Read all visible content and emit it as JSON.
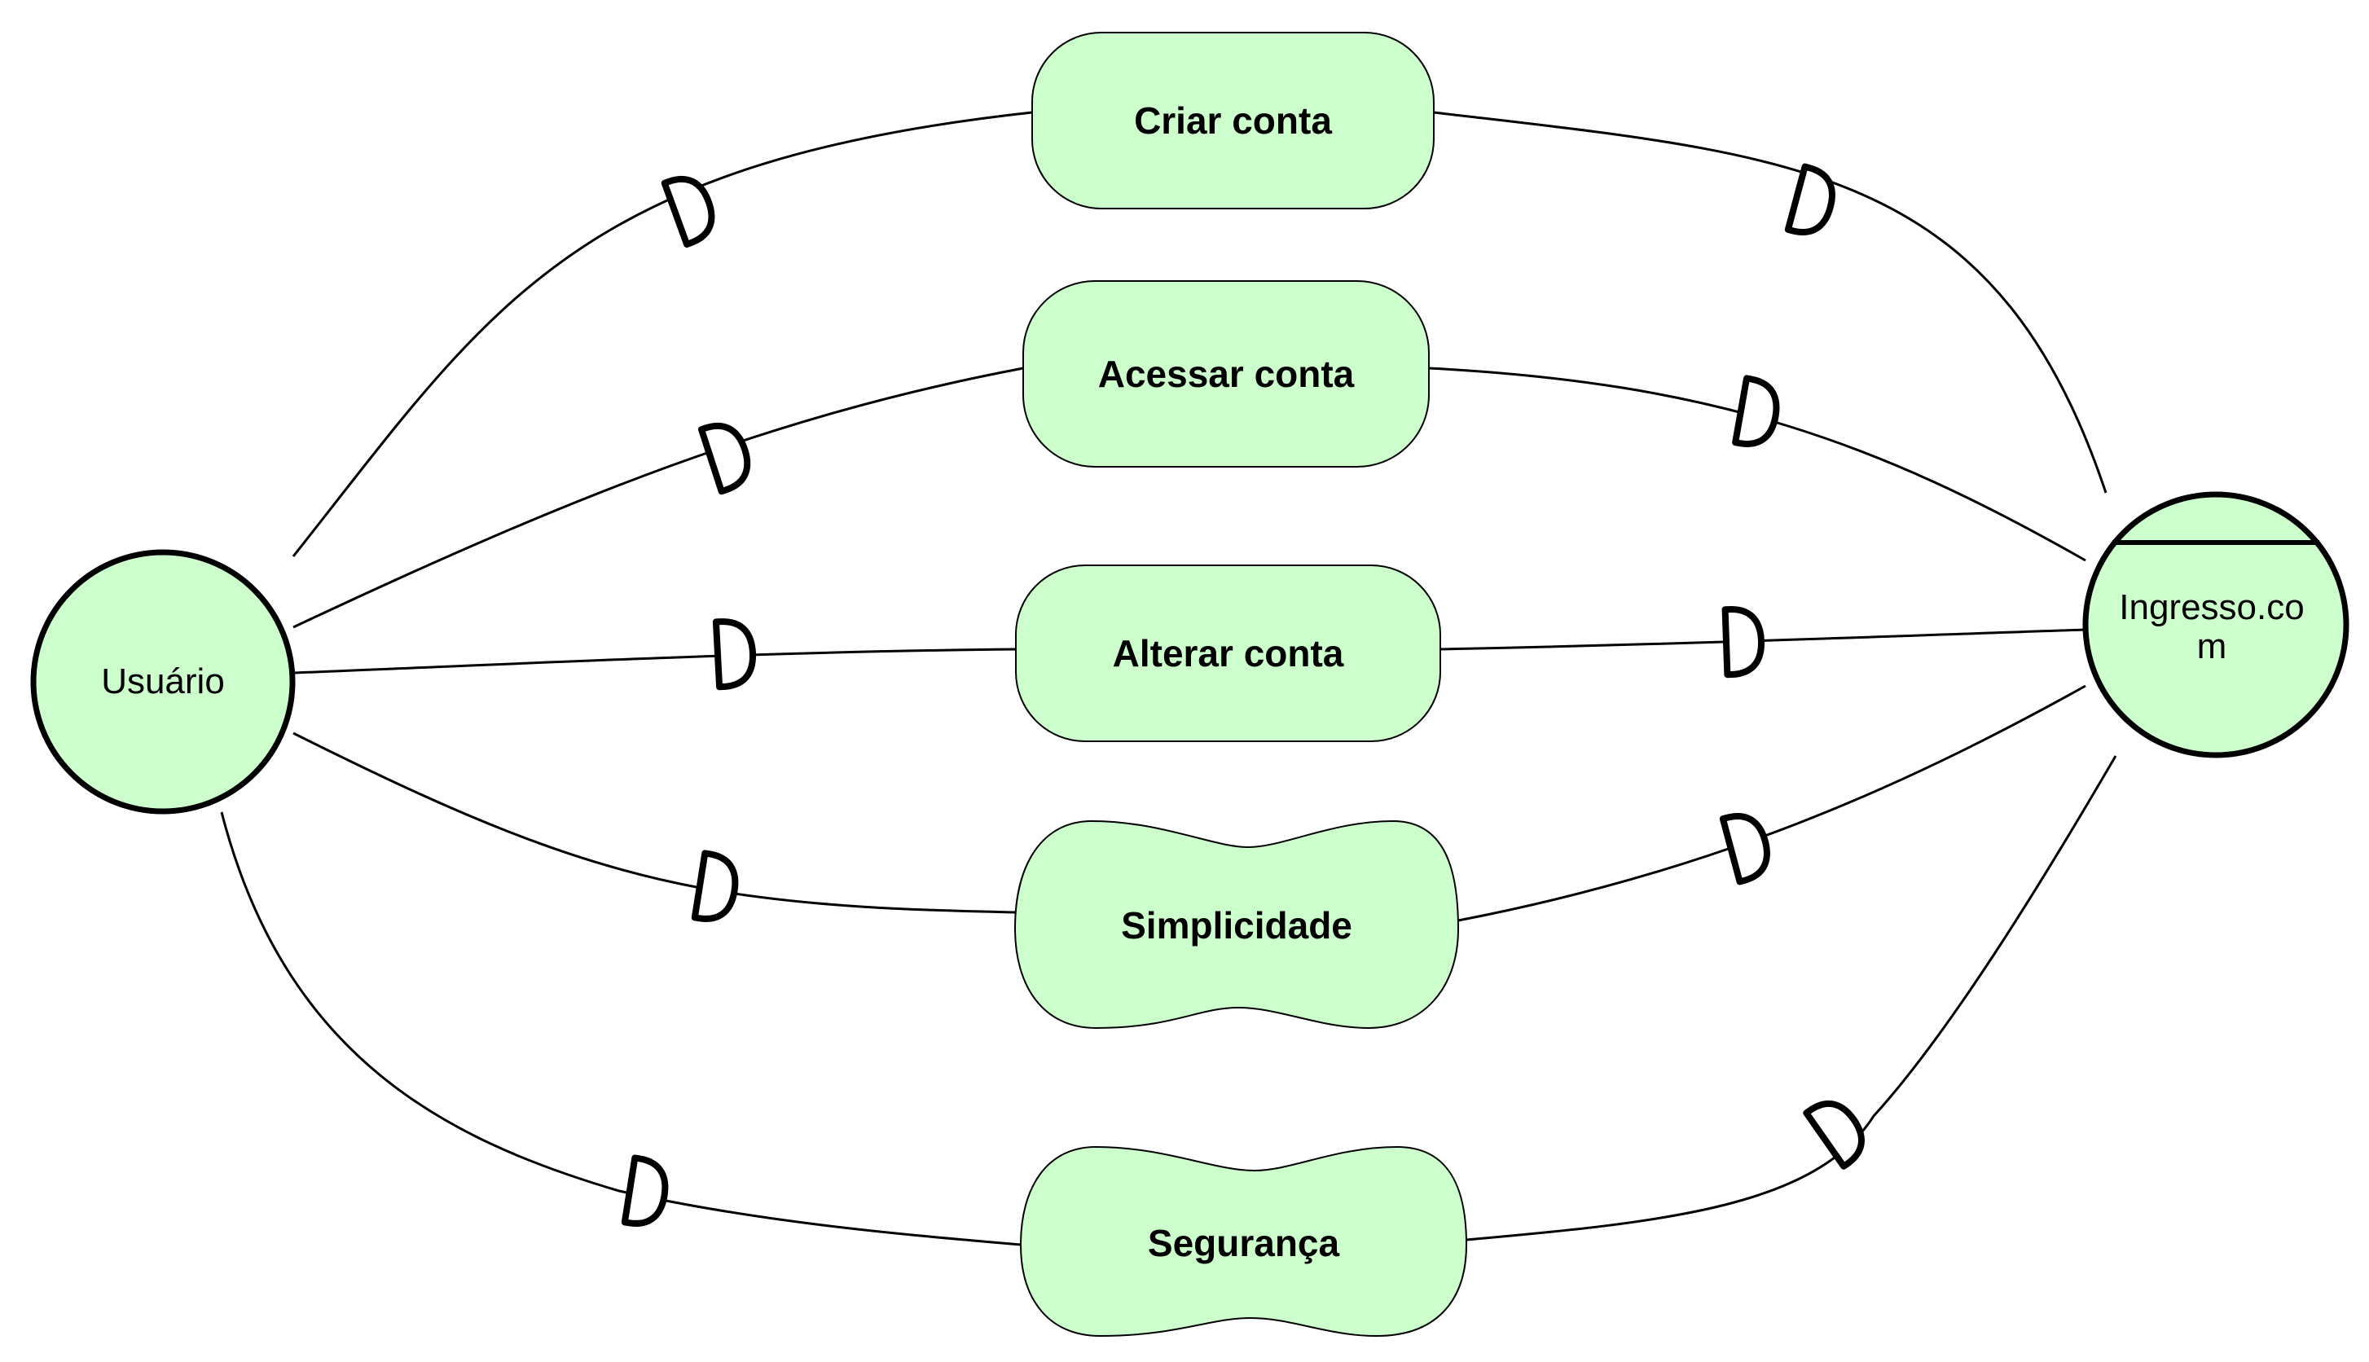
{
  "actors": {
    "user": {
      "label": "Usuário"
    },
    "system": {
      "label": "Ingresso.co m"
    }
  },
  "goals": [
    {
      "label": "Criar conta"
    },
    {
      "label": "Acessar conta"
    },
    {
      "label": "Alterar conta"
    }
  ],
  "softgoals": [
    {
      "label": "Simplicidade"
    },
    {
      "label": "Segurança"
    }
  ],
  "colors": {
    "fill": "#ccffcc",
    "stroke": "#000000"
  }
}
